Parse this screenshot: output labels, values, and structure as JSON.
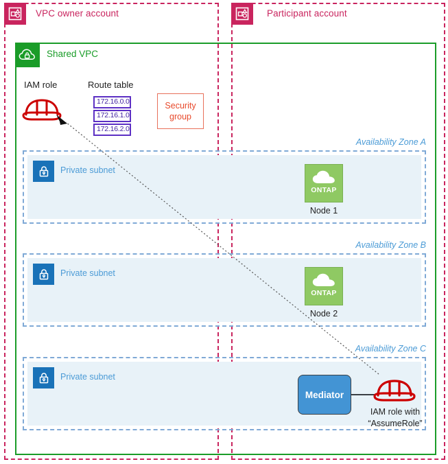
{
  "accounts": [
    {
      "label": "VPC owner account",
      "icon": "account-icon"
    },
    {
      "label": "Participant account",
      "icon": "account-icon"
    }
  ],
  "vpc": {
    "label": "Shared VPC",
    "icon": "vpc-cloud-lock-icon",
    "color": "#1a9c28"
  },
  "iam_role": {
    "label": "IAM role",
    "icon": "iam-role-hardhat-icon",
    "color": "#cc0000"
  },
  "route_table": {
    "label": "Route table",
    "entries": [
      "172.16.0.0",
      "172.16.1.0",
      "172.16.2.0"
    ],
    "color": "#5c2fc4"
  },
  "security_group": {
    "line1": "Security",
    "line2": "group",
    "color": "#e8492b"
  },
  "zones": [
    {
      "label": "Availability Zone A",
      "subnet": "Private subnet",
      "node": "Node 1",
      "node_icon_text": "ONTAP"
    },
    {
      "label": "Availability Zone B",
      "subnet": "Private subnet",
      "node": "Node 2",
      "node_icon_text": "ONTAP"
    },
    {
      "label": "Availability Zone C",
      "subnet": "Private subnet"
    }
  ],
  "mediator": {
    "label": "Mediator",
    "color": "#4394d4"
  },
  "assume_role": {
    "line1": "IAM role with",
    "line2": "“AssumeRole”",
    "icon": "iam-role-hardhat-icon"
  },
  "colors": {
    "account_pink": "#c9245e",
    "vpc_green": "#1a9c28",
    "subnet_blue": "#4b9bd6",
    "subnet_fill": "#e8f2f8",
    "ontap_green": "#8fc963",
    "mediator_blue": "#4394d4",
    "route_purple": "#5c2fc4",
    "security_orange": "#e8492b",
    "iam_red": "#cc0000"
  }
}
